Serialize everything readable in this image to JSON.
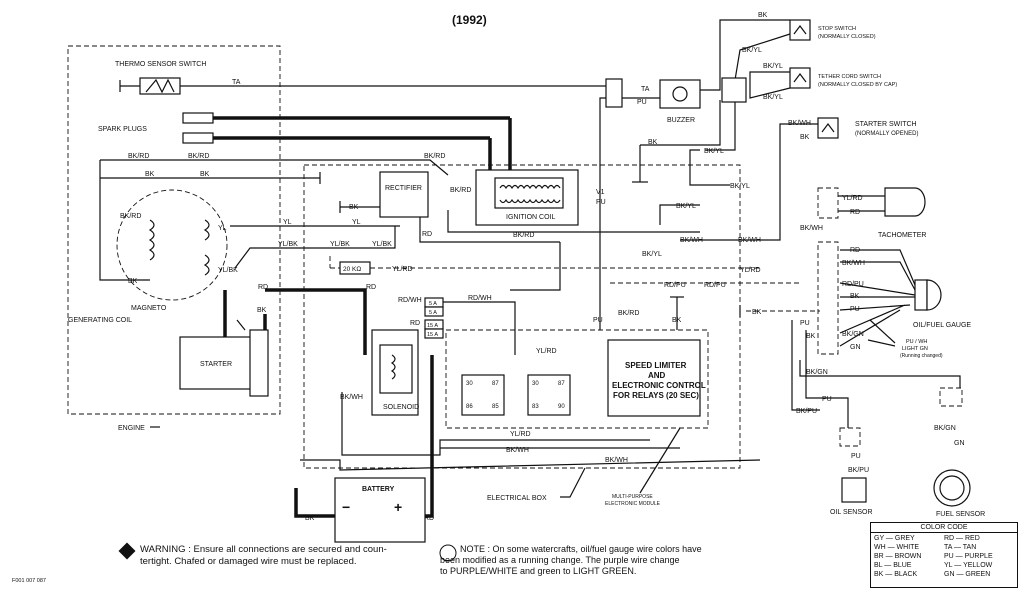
{
  "title": "(1992)",
  "components": {
    "thermo_sensor_switch": "THERMO SENSOR SWITCH",
    "spark_plugs": "SPARK PLUGS",
    "generating_coil": "GENERATING COIL",
    "magneto": "MAGNETO",
    "starter": "STARTER",
    "engine": "ENGINE",
    "rectifier": "RECTIFIER",
    "ignition_coil": "IGNITION COIL",
    "solenoid": "SOLENOID",
    "battery": "BATTERY",
    "buzzer": "BUZZER",
    "electrical_box": "ELECTRICAL BOX",
    "module_line1": "MULTI-PURPOSE",
    "module_line2": "ELECTRONIC MODULE",
    "speed_limiter_1": "SPEED LIMITER",
    "speed_limiter_2": "AND",
    "speed_limiter_3": "ELECTRONIC CONTROL",
    "speed_limiter_4": "FOR RELAYS (20 SEC)",
    "stop_switch": "STOP SWITCH",
    "stop_switch_note": "(NORMALLY CLOSED)",
    "tether_switch": "TETHER CORD SWITCH",
    "tether_switch_note": "(NORMALLY CLOSED BY CAP)",
    "starter_switch": "STARTER SWITCH",
    "starter_switch_note": "(NORMALLY OPENED)",
    "tachometer": "TACHOMETER",
    "oil_fuel_gauge": "OIL/FUEL GAUGE",
    "oil_sensor": "OIL SENSOR",
    "fuel_sensor": "FUEL SENSOR",
    "resistor": "20 KΩ",
    "fuse_5a": "5 A",
    "fuse_15a": "15 A",
    "battery_minus": "−",
    "battery_plus": "+",
    "gauge_change_1": "PU / WH",
    "gauge_change_2": "LIGHT GN",
    "gauge_change_3": "(Running changed)"
  },
  "relay_pins": [
    "30",
    "87",
    "86",
    "85",
    "30",
    "87",
    "83",
    "90"
  ],
  "wires": {
    "TA": "TA",
    "PU": "PU",
    "BK": "BK",
    "BKRD": "BK/RD",
    "BKYL": "BK/YL",
    "BKWH": "BK/WH",
    "YL": "YL",
    "YLBK": "YL/BK",
    "YLRD": "YL/RD",
    "RD": "RD",
    "RDWH": "RD/WH",
    "RDPU": "RD/PU",
    "BKPU": "BK/PU",
    "BKGN": "BK/GN",
    "GN": "GN",
    "V1": "V1"
  },
  "color_code": {
    "title": "COLOR CODE",
    "left": [
      "GY — GREY",
      "WH — WHITE",
      "BR — BROWN",
      "BL — BLUE",
      "BK — BLACK"
    ],
    "right": [
      "RD — RED",
      "TA — TAN",
      "PU — PURPLE",
      "YL — YELLOW",
      "GN — GREEN"
    ]
  },
  "warning": {
    "line1": "WARNING : Ensure all connections are secured and coun-",
    "line2": "tertight. Chafed or damaged wire must be replaced."
  },
  "note": {
    "line1": "NOTE : On some watercrafts, oil/fuel gauge wire colors have",
    "line2": "been modified as a running change. The purple wire change",
    "line3": "to PURPLE/WHITE and green to LIGHT GREEN."
  },
  "figure_id": "F001 007 087"
}
